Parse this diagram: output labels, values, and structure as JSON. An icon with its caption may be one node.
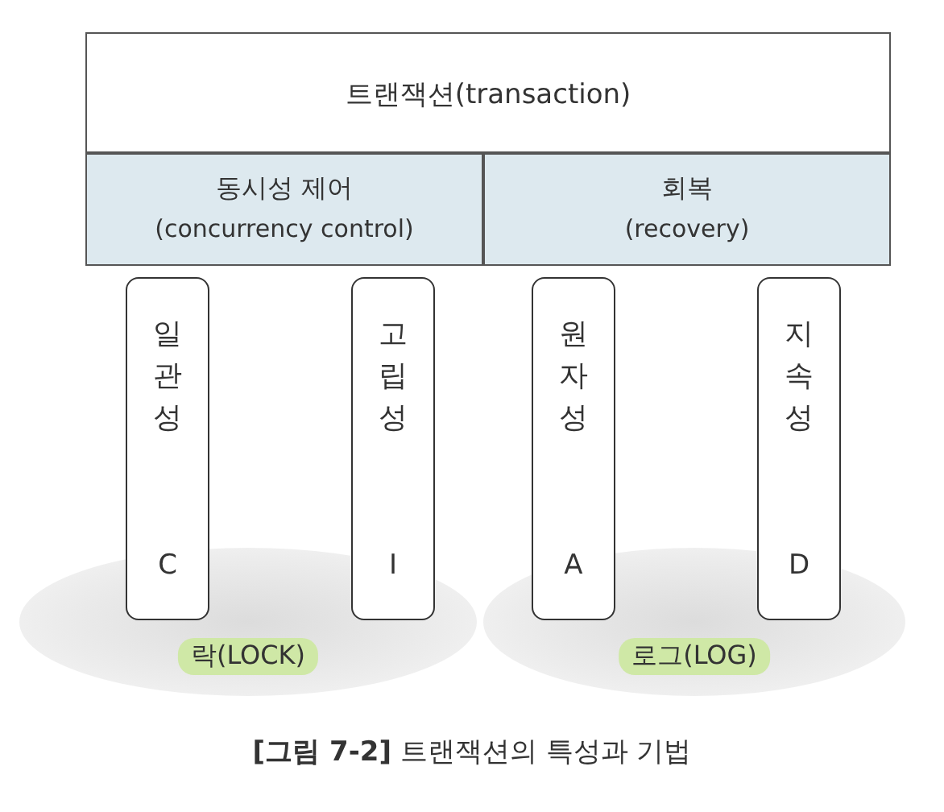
{
  "diagram": {
    "caption": "**[그림 7-2]** 트랜잭션의 특성과 기법",
    "nodes": [
      {
        "text": [
          "트랜잭션(transaction)"
        ]
      },
      {
        "text": [
          "동시성 제어",
          "(concurrency control)"
        ]
      },
      {
        "text": [
          "회복",
          "(recovery)"
        ]
      },
      {
        "text": [
          "일관성",
          "C"
        ]
      },
      {
        "text": [
          "고립성",
          "I"
        ]
      },
      {
        "text": [
          "원자성",
          "A"
        ]
      },
      {
        "text": [
          "지속성",
          "D"
        ]
      },
      {
        "text": [
          "락(LOCK)"
        ]
      },
      {
        "text": [
          "로그(LOG)"
        ]
      }
    ],
    "edges": []
  }
}
